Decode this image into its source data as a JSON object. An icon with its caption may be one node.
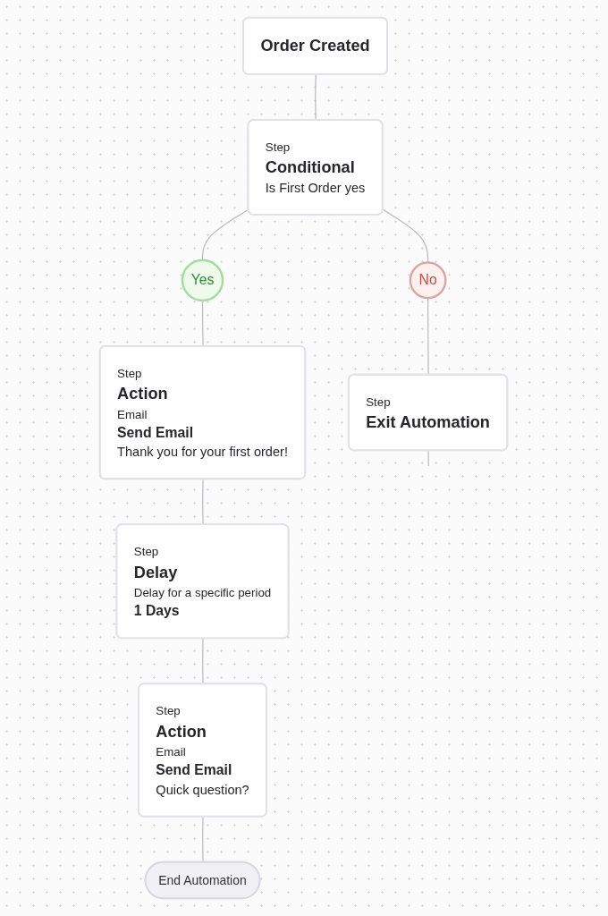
{
  "diagram": {
    "nodes": [
      {
        "text": [
          "Order Created"
        ]
      },
      {
        "text": [
          "Step",
          "Conditional",
          "Is First Order yes"
        ]
      },
      {
        "text": [
          "Yes"
        ]
      },
      {
        "text": [
          "Step",
          "Action",
          "Email",
          "Send Email",
          "Thank you for your first order!"
        ]
      },
      {
        "text": [
          "Step",
          "Delay",
          "Delay for a specific period",
          "1 Days"
        ]
      },
      {
        "text": [
          "Step",
          "Action",
          "Email",
          "Send Email",
          "Quick question?"
        ]
      },
      {
        "text": [
          "End Automation"
        ]
      },
      {
        "text": [
          "No"
        ]
      },
      {
        "text": [
          "Step",
          "Exit Automation"
        ]
      }
    ],
    "edges": [
      {
        "from": 0,
        "to": 1,
        "arrow": "none"
      },
      {
        "from": 1,
        "to": 2,
        "arrow": "none"
      },
      {
        "from": 2,
        "to": 3,
        "arrow": "none"
      },
      {
        "from": 3,
        "to": 4,
        "arrow": "none"
      },
      {
        "from": 4,
        "to": 5,
        "arrow": "none"
      },
      {
        "from": 5,
        "to": 6,
        "arrow": "none"
      },
      {
        "from": 1,
        "to": 7,
        "arrow": "none"
      },
      {
        "from": 7,
        "to": 8,
        "arrow": "none"
      },
      {
        "from": 8,
        "to": null,
        "arrow": "none"
      }
    ]
  }
}
